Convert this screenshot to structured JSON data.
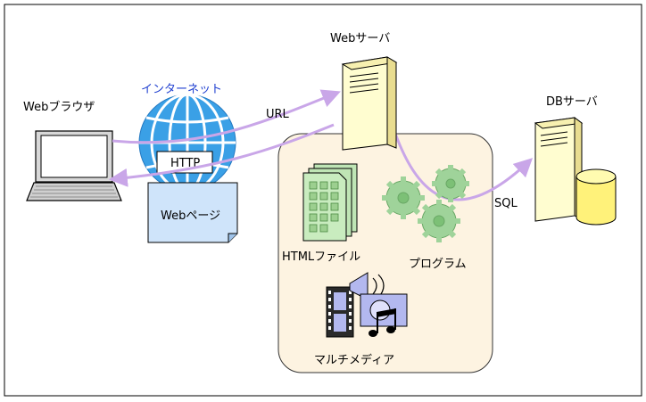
{
  "labels": {
    "web_browser": "Webブラウザ",
    "internet": "インターネット",
    "http": "HTTP",
    "web_page": "Webページ",
    "url": "URL",
    "web_server": "Webサーバ",
    "db_server": "DBサーバ",
    "sql": "SQL",
    "html_file": "HTMLファイル",
    "program": "プログラム",
    "multimedia": "マルチメディア"
  },
  "colors": {
    "arrow": "#c9a6e8",
    "server_body": "#fffdd0",
    "content_panel": "#fdf3e1",
    "globe": "#3aa0e6",
    "page": "#cfe4fa",
    "gears": "#9fd39a",
    "html_doc": "#bfe5b5",
    "media": "#b3b8ef",
    "label_blue": "#1f3fd0"
  }
}
